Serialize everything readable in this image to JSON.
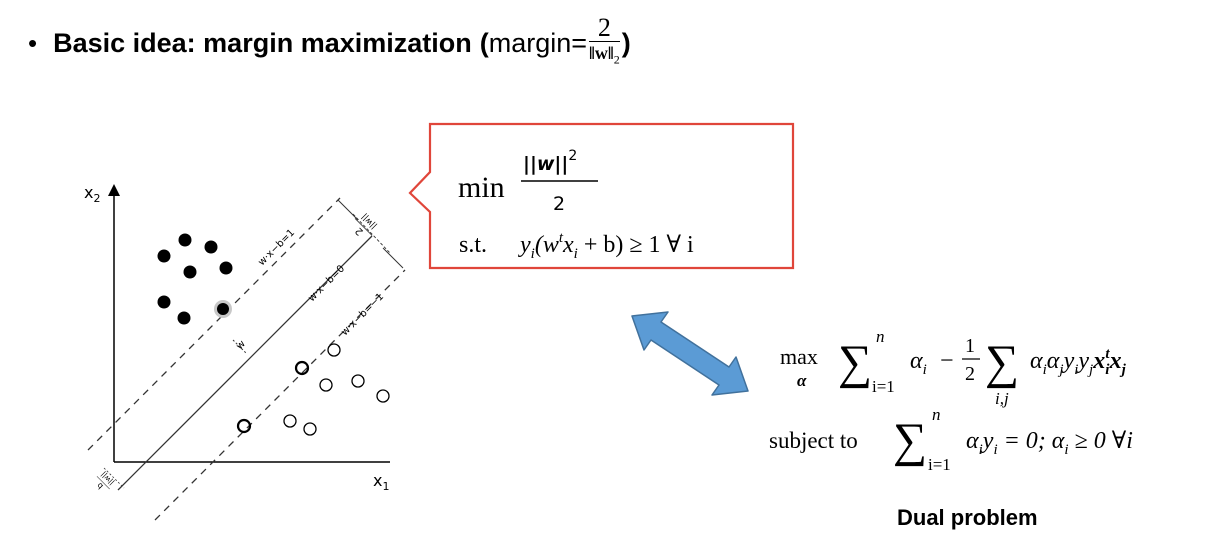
{
  "heading": {
    "bullet": "•",
    "bold": "Basic idea: margin maximization",
    "open_paren": "(",
    "margin_label": "margin=",
    "frac_num": "2",
    "frac_den": "‖w‖",
    "frac_den_sub": "2",
    "close_paren": ")"
  },
  "primal": {
    "min": "min",
    "num": "||w||",
    "num_sup": "2",
    "den": "2",
    "st": "s.t.",
    "constraint": "y",
    "c_i": "i",
    "c_mid": "(w",
    "c_t": "t",
    "c_x": "x",
    "c_xi": "i",
    "c_rest": " + b) ≥ 1  ∀ i",
    "border_color": "#e0463a"
  },
  "dual": {
    "max": "max",
    "max_sub": "α",
    "sum_top": "n",
    "sum_bot": "i=1",
    "term1": "α",
    "term1_sub": "i",
    "minus_half": "− ",
    "half_num": "1",
    "half_den": "2",
    "sum2_bot": "i,j",
    "term2": "α",
    "term2_i": "i",
    "term2_b": "α",
    "term2_j": "j",
    "term2_y": "y",
    "term2_yi": "i",
    "term2_y2": "y",
    "term2_yj": "j",
    "term2_x": "x",
    "term2_xi": "i",
    "term2_xt": "t",
    "term2_x2": "x",
    "term2_xj": "j",
    "subject_to": "subject to",
    "sum3_top": "n",
    "sum3_bot": "i=1",
    "c_alpha": "α",
    "c_ai": "i",
    "c_y": "y",
    "c_yi": "i",
    "c_rest": " = 0; α",
    "c_ai2": "i",
    "c_rest2": " ≥ 0 ∀i",
    "caption": "Dual problem"
  },
  "plot": {
    "x1": "x",
    "x1_sub": "1",
    "x2": "x",
    "x2_sub": "2",
    "line_top": "w·x−b=1",
    "line_mid": "w·x−b=0",
    "line_bot": "w·x−b=−1",
    "margin_num": "2",
    "margin_den": "||w||",
    "w_label": "w",
    "b_num": "b",
    "b_den": "||w||"
  },
  "arrow_color": "#5b9bd5",
  "arrow_stroke": "#41719c"
}
